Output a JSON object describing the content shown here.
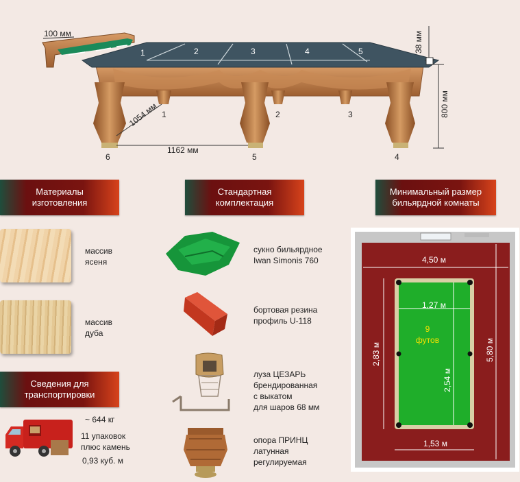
{
  "table_diagram": {
    "rail_width": "100 мм",
    "cushion_height": "38 мм",
    "table_height": "800 мм",
    "diagonal": "1054 мм",
    "length_between_legs": "1162 мм",
    "slate_sections": [
      "1",
      "2",
      "3",
      "4",
      "5"
    ],
    "legs": [
      "1",
      "2",
      "3",
      "4",
      "5",
      "6"
    ]
  },
  "materials": {
    "title_line1": "Материалы",
    "title_line2": "изготовления",
    "items": [
      {
        "line1": "массив",
        "line2": "ясеня"
      },
      {
        "line1": "массив",
        "line2": "дуба"
      }
    ]
  },
  "shipping": {
    "title_line1": "Сведения для",
    "title_line2": "транспортировки",
    "weight": "~ 644 кг",
    "packages_line1": "11 упаковок",
    "packages_line2": "плюс камень",
    "volume": "0,93 куб. м"
  },
  "standard_kit": {
    "title_line1": "Стандартная",
    "title_line2": "комплектация",
    "items": [
      {
        "lines": [
          "сукно бильярдное",
          "Iwan Simonis 760"
        ]
      },
      {
        "lines": [
          "бортовая резина",
          "профиль U-118"
        ]
      },
      {
        "lines": [
          "луза ЦЕЗАРЬ",
          "брендированная",
          "с выкатом",
          "для шаров 68 мм"
        ]
      },
      {
        "lines": [
          "опора ПРИНЦ",
          "латунная",
          "регулируемая"
        ]
      }
    ]
  },
  "room": {
    "title_line1": "Минимальный размер",
    "title_line2": "бильярдной комнаты",
    "room_width": "4,50 м",
    "room_length": "5,80 м",
    "table_inner_width": "1,27 м",
    "table_inner_length": "2,54 м",
    "table_outer_width": "1,53 м",
    "table_outer_length": "2,83 м",
    "table_size_line1": "9",
    "table_size_line2": "футов"
  },
  "colors": {
    "banner_red": "#7a1410",
    "banner_orange": "#d7431b",
    "banner_green": "#1f4d3c",
    "cloth_green": "#1fae2a",
    "carpet_red": "#8a1d1d",
    "slate_blue": "#3f5461",
    "wood": "#b8794a"
  }
}
